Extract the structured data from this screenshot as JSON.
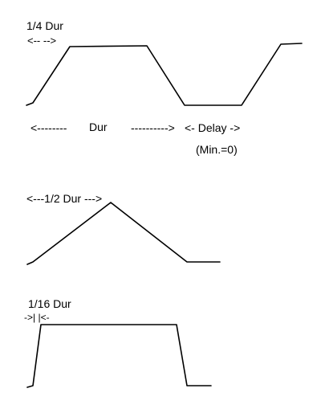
{
  "diagram_1": {
    "quarter_dur_label": "1/4 Dur",
    "quarter_dur_arrow": "<-- -->",
    "dur_left_arrow": "<--------",
    "dur_label": "Dur",
    "dur_right_arrow": "---------->",
    "delay_label": "<- Delay ->",
    "min_label": "(Min.=0)"
  },
  "diagram_2": {
    "half_dur_label": "<---1/2 Dur --->"
  },
  "diagram_3": {
    "sixteenth_dur_label": "1/16 Dur",
    "sixteenth_dur_arrows": "->| |<-"
  },
  "colors": {
    "ink": "#000000",
    "paper": "#ffffff"
  }
}
